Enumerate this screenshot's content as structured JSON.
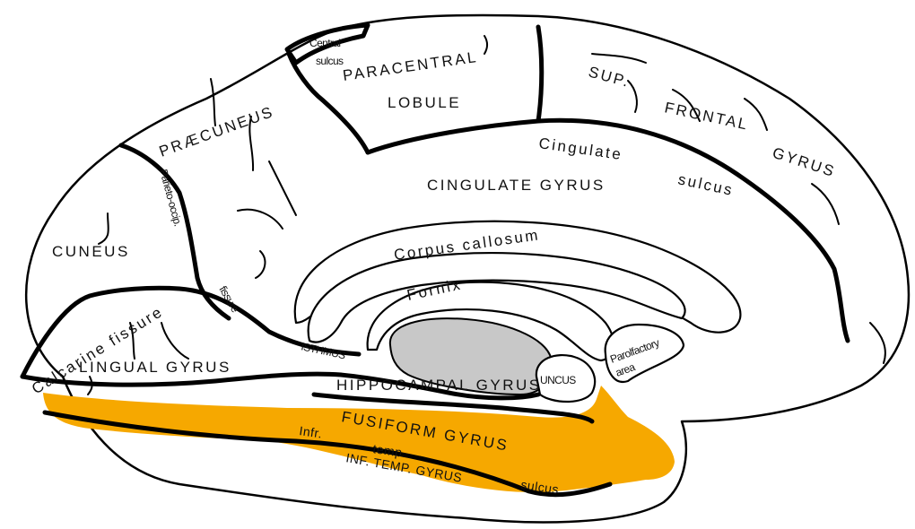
{
  "colors": {
    "highlight": "#f6a800",
    "ventricle": "#c8c8c8",
    "outline": "#000000",
    "background": "#ffffff"
  },
  "labels": {
    "central_sulcus_1": "Central",
    "central_sulcus_2": "sulcus",
    "paracentral_1": "PARACENTRAL",
    "paracentral_2": "LOBULE",
    "sup_frontal_1": "SUP.",
    "sup_frontal_2": "FRONTAL",
    "sup_frontal_3": "GYRUS",
    "praecuneus": "PRÆCUNEUS",
    "cingulate_sulcus_1": "Cingulate",
    "cingulate_sulcus_2": "sulcus",
    "cingulate_gyrus": "CINGULATE GYRUS",
    "parieto_occip": "Parieto-occip.",
    "cuneus": "CUNEUS",
    "corpus_callosum": "Corpus callosum",
    "fissure": "fissure",
    "fornix": "Fornix",
    "calcarine_fissure": "Calcarine fissure",
    "isthmus": "ISTHMUS",
    "lingual_gyrus": "LINGUAL GYRUS",
    "hippocampal_gyrus": "HIPPOCAMPAL GYRUS",
    "uncus": "UNCUS",
    "parolfactory_1": "Parolfactory",
    "parolfactory_2": "area",
    "fusiform_gyrus": "FUSIFORM GYRUS",
    "infr_temp_1": "Infr.",
    "infr_temp_2": "temp.",
    "infr_temp_3": "sulcus",
    "inf_temp_gyrus": "INF. TEMP. GYRUS"
  }
}
